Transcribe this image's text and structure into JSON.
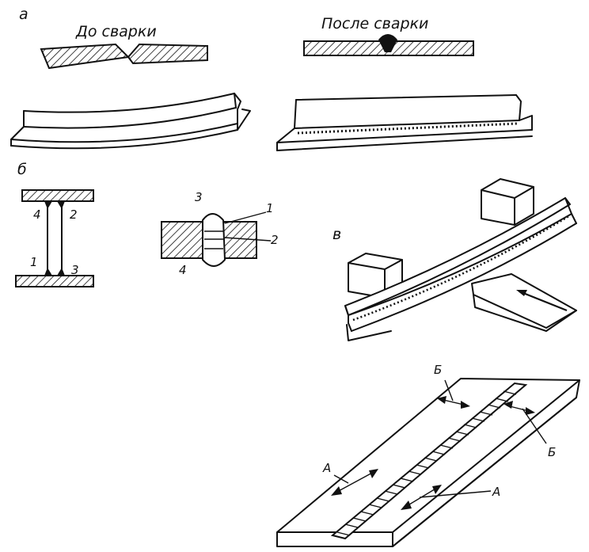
{
  "labels": {
    "part_a": "а",
    "part_b": "б",
    "part_v": "в",
    "before_welding": "До сварки",
    "after_welding": "После сварки",
    "ibeam_num_1": "1",
    "ibeam_num_2": "2",
    "ibeam_num_3": "3",
    "ibeam_num_4": "4",
    "joint_num_1": "1",
    "joint_num_2": "2",
    "joint_num_3": "3",
    "joint_num_4": "4",
    "section_b_top": "Б",
    "section_b_right": "Б",
    "section_a_left": "А",
    "section_a_right": "А"
  }
}
